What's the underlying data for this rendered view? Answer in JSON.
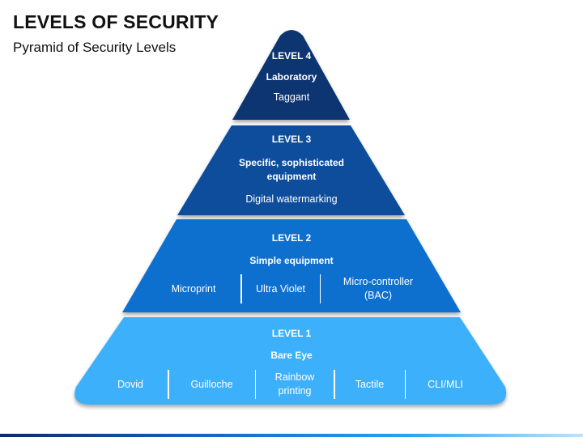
{
  "header": {
    "title": "LEVELS OF SECURITY",
    "subtitle": "Pyramid of Security Levels"
  },
  "colors": {
    "level4": "#0f3572",
    "level3": "#0d4e9c",
    "level2": "#0b6fcf",
    "level1": "#3eb0fb"
  },
  "levels": [
    {
      "label": "LEVEL 4",
      "requirement": "Laboratory",
      "items": [
        "Taggant"
      ]
    },
    {
      "label": "LEVEL 3",
      "requirement_line1": "Specific, sophisticated",
      "requirement_line2": "equipment",
      "items": [
        "Digital watermarking"
      ]
    },
    {
      "label": "LEVEL 2",
      "requirement": "Simple equipment",
      "items": [
        "Microprint",
        "Ultra Violet",
        "Micro-controller",
        "(BAC)"
      ]
    },
    {
      "label": "LEVEL 1",
      "requirement": "Bare Eye",
      "items": [
        "Dovid",
        "Guilloche",
        "Rainbow",
        "printing",
        "Tactile",
        "CLI/MLI"
      ]
    }
  ]
}
